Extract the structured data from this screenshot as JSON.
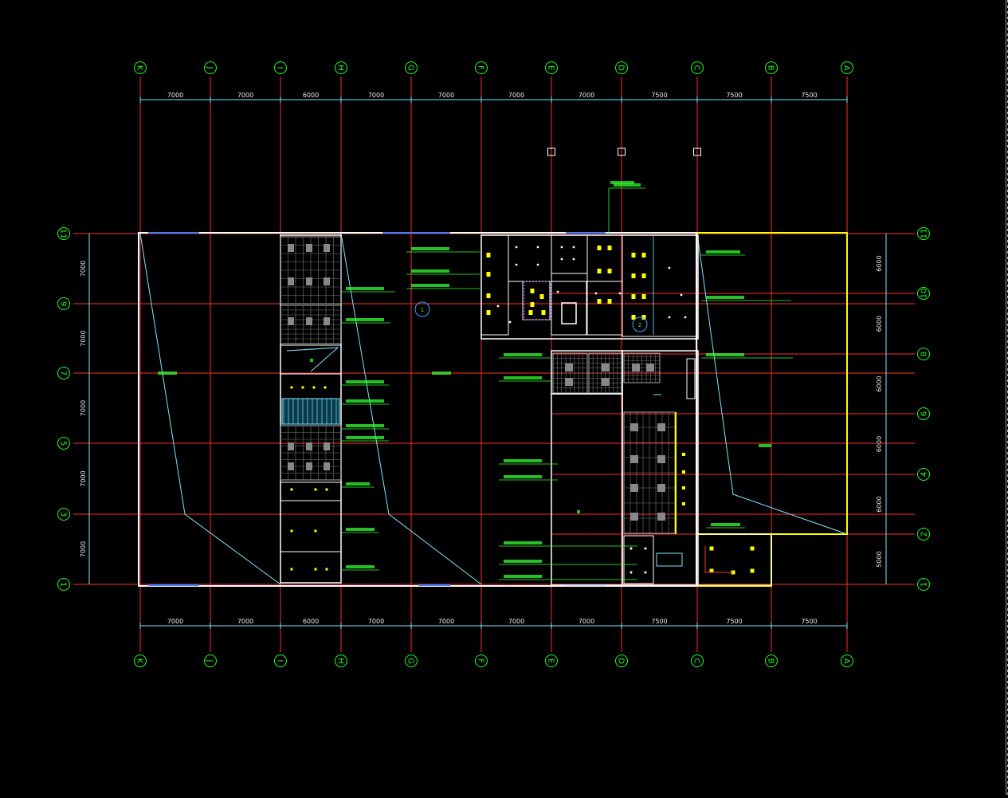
{
  "drawing": {
    "col_labels": [
      "K",
      "J",
      "I",
      "H",
      "G",
      "F",
      "E",
      "D",
      "C",
      "B",
      "A"
    ],
    "row_labels": [
      "11",
      "9",
      "7",
      "5",
      "3",
      "1"
    ],
    "right_row_labels": [
      "11",
      "10",
      "8",
      "6",
      "4",
      "2",
      "1"
    ],
    "top_dims": [
      "7000",
      "7000",
      "6000",
      "7000",
      "7000",
      "7000",
      "7000",
      "7500",
      "7500",
      "7500"
    ],
    "bottom_dims": [
      "7000",
      "7000",
      "6000",
      "7000",
      "7000",
      "7000",
      "7000",
      "7500",
      "7500",
      "7500"
    ],
    "left_dims": [
      "7000",
      "7000",
      "7000",
      "7000",
      "7000"
    ],
    "right_dims": [
      "6000",
      "6000",
      "6000",
      "6000",
      "6000",
      "5000"
    ],
    "colors": {
      "background": "#000000",
      "grid_line": "#ff2a2a",
      "bubble": "#22ff22",
      "dimension_text": "#e8e8e8",
      "wall": "#ffffff",
      "annotation": "#33ff33",
      "leader": "#7fe6ff",
      "highlight": "#ffff00",
      "window": "#3f7fff"
    }
  }
}
